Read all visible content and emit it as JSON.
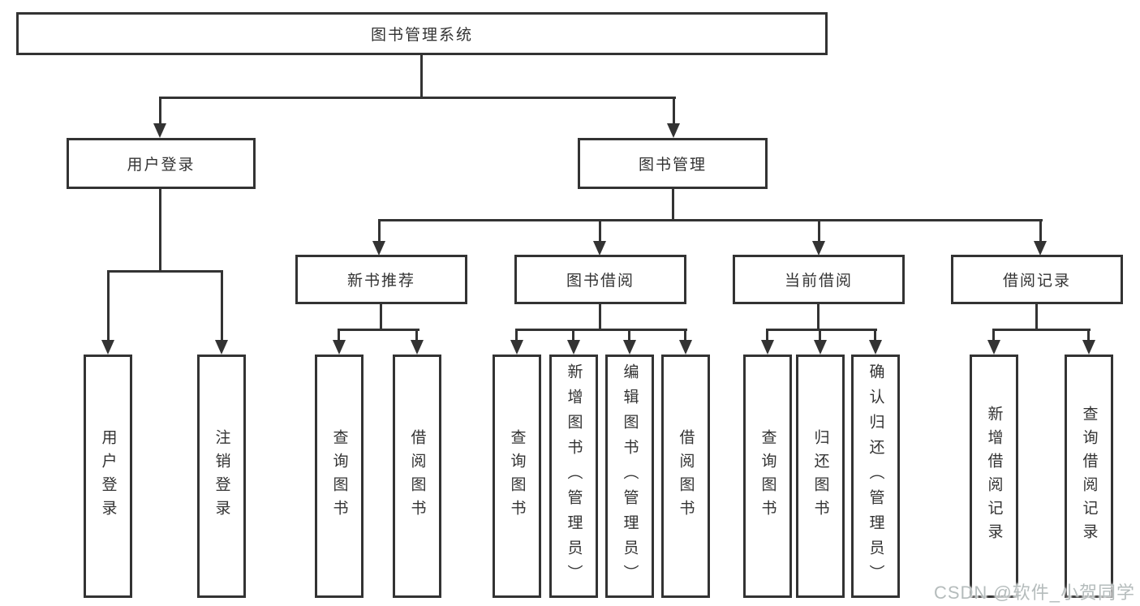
{
  "diagram": {
    "root": {
      "label": "图书管理系统"
    },
    "level2": [
      {
        "label": "用户登录"
      },
      {
        "label": "图书管理"
      }
    ],
    "level3": [
      {
        "label": "新书推荐"
      },
      {
        "label": "图书借阅"
      },
      {
        "label": "当前借阅"
      },
      {
        "label": "借阅记录"
      }
    ],
    "leaves": {
      "user_login": [
        "用户登录",
        "注销登录"
      ],
      "new_book_recommend": [
        "查询图书",
        "借阅图书"
      ],
      "book_borrow": [
        "查询图书",
        "新增图书（管理员）",
        "编辑图书（管理员）",
        "借阅图书"
      ],
      "current_borrow": [
        "查询图书",
        "归还图书",
        "确认归还（管理员）"
      ],
      "borrow_records": [
        "新增借阅记录",
        "查询借阅记录"
      ]
    }
  },
  "watermark": {
    "text": "CSDN @软件_小贺同学"
  },
  "colors": {
    "line": "#333333",
    "text": "#333333",
    "background": "#ffffff",
    "watermark": "#b5bcbc"
  }
}
